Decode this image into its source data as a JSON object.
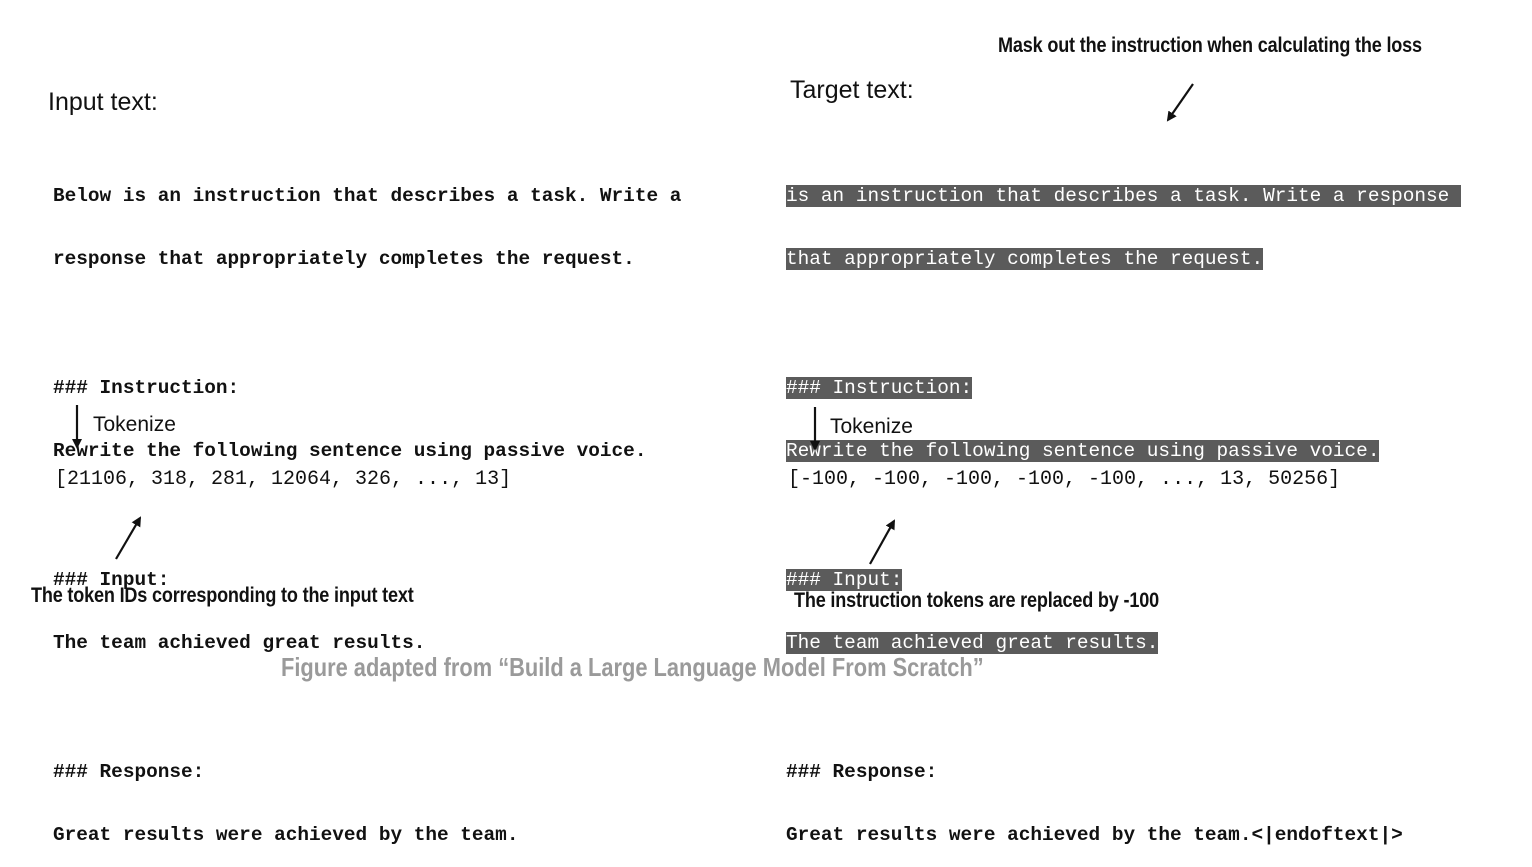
{
  "left": {
    "heading": "Input text:",
    "lines": [
      "Below is an instruction that describes a task. Write a",
      "response that appropriately completes the request.",
      "",
      "### Instruction:",
      "Rewrite the following sentence using passive voice.",
      "",
      "### Input:",
      "The team achieved great results.",
      "",
      "### Response:",
      "Great results were achieved by the team."
    ],
    "tokenize_label": "Tokenize",
    "token_ids": "[21106, 318, 281, 12064, 326, ..., 13]",
    "callout": "The token IDs corresponding to the input text"
  },
  "right": {
    "heading": "Target text:",
    "top_callout": "Mask out the instruction when calculating the loss",
    "masked_lines": [
      "is an instruction that describes a task. Write a response ",
      "that appropriately completes the request.",
      "### Instruction:",
      "Rewrite the following sentence using passive voice.",
      "### Input:",
      "The team achieved great results."
    ],
    "response_lines": [
      "### Response:",
      "Great results were achieved by the team.<|endoftext|>"
    ],
    "tokenize_label": "Tokenize",
    "token_ids": "[-100, -100, -100, -100, -100, ..., 13, 50256]",
    "callout": "The instruction tokens are replaced by -100"
  },
  "caption": "Figure adapted from “Build a Large Language Model From Scratch”",
  "colors": {
    "mask_background": "#5b5b5b",
    "caption": "#9a9a9a"
  }
}
